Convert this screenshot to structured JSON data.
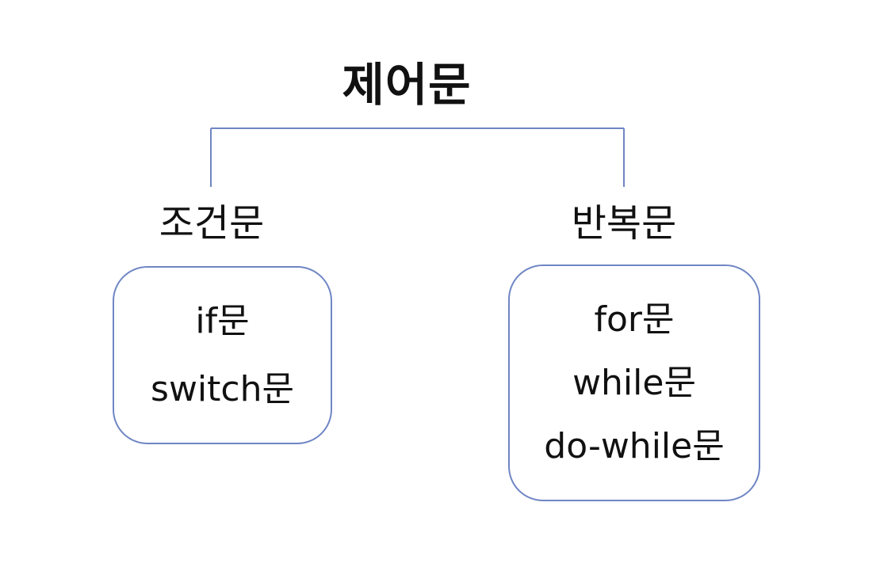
{
  "diagram": {
    "root": {
      "label": "제어문"
    },
    "branches": [
      {
        "label": "조건문",
        "items": [
          "if문",
          "switch문"
        ]
      },
      {
        "label": "반복문",
        "items": [
          "for문",
          "while문",
          "do-while문"
        ]
      }
    ],
    "colors": {
      "connector": "#6f86c4",
      "box_border": "#6f86c4",
      "text": "#111111"
    }
  }
}
